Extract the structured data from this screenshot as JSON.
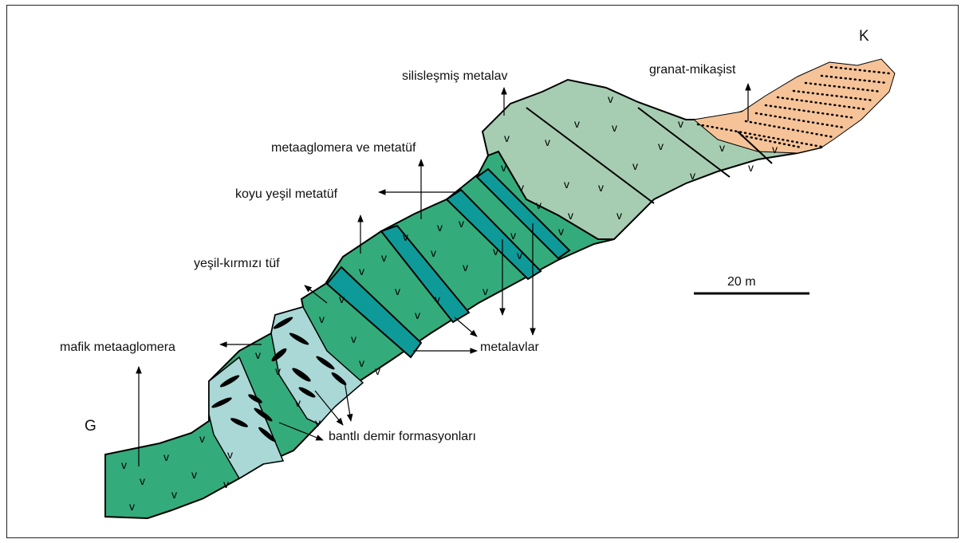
{
  "diagram": {
    "labels": {
      "south": "G",
      "north": "K",
      "silisified_metalava": "silisleşmiş metalav",
      "garnet_micaschist": "granat-mikaşist",
      "metaagglomerate_metatuff": "metaaglomera ve metatüf",
      "dark_green_metatuff": "koyu yeşil metatüf",
      "green_red_tuff": "yeşil-kırmızı tüf",
      "mafic_metaagglomerate": "mafik metaaglomera",
      "metalavas": "metalavlar",
      "banded_iron": "bantlı demir formasyonları",
      "scale_bar": "20 m"
    },
    "colors": {
      "mafic_green": "#34ab7a",
      "dark_teal": "#0e9a98",
      "light_cyan": "#a9d8d6",
      "pale_green": "#a6cdb2",
      "orange": "#f6c398",
      "outline": "#000000"
    }
  }
}
